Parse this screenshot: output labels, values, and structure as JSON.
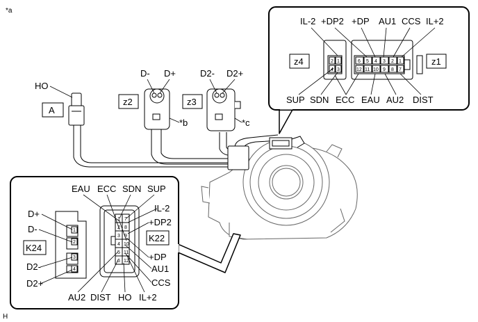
{
  "corner_labels": {
    "top_left": "*a",
    "bottom_left": "H"
  },
  "harness": {
    "connector_a": {
      "pin_label": "HO",
      "callout": "A"
    },
    "connector_z2": {
      "pins": [
        "D-",
        "D+"
      ],
      "callout": "z2",
      "note": "*b"
    },
    "connector_z3": {
      "pins": [
        "D2-",
        "D2+"
      ],
      "callout": "z3",
      "note": "*c"
    }
  },
  "detail_top": {
    "callout_left": "z4",
    "callout_right": "z1",
    "top_labels": [
      "IL-2",
      "+DP2",
      "+DP",
      "AU1",
      "CCS",
      "IL+2"
    ],
    "bottom_labels": [
      "SUP",
      "SDN",
      "ECC",
      "EAU",
      "AU2",
      "DIST"
    ],
    "small_pins": [
      "2",
      "1",
      "4",
      "3",
      "6",
      "5",
      "4",
      "3",
      "2",
      "1",
      "12",
      "11",
      "10",
      "9",
      "8",
      "7"
    ]
  },
  "detail_bottom": {
    "callout_left": "K24",
    "callout_right": "K22",
    "left_labels": [
      "D+",
      "D-",
      "D2-",
      "D2+"
    ],
    "top_labels": [
      "EAU",
      "ECC",
      "SDN",
      "SUP"
    ],
    "right_labels": [
      "IL-2",
      "+DP2",
      "+DP",
      "AU1",
      "CCS"
    ],
    "bottom_labels": [
      "AU2",
      "DIST",
      "HO",
      "IL+2"
    ],
    "small_pins_left": [
      "1",
      "2",
      "3",
      "4"
    ],
    "small_pins_right": [
      "1",
      "2",
      "3",
      "4",
      "5",
      "6",
      "7",
      "8",
      "9",
      "10",
      "11",
      "12"
    ]
  }
}
